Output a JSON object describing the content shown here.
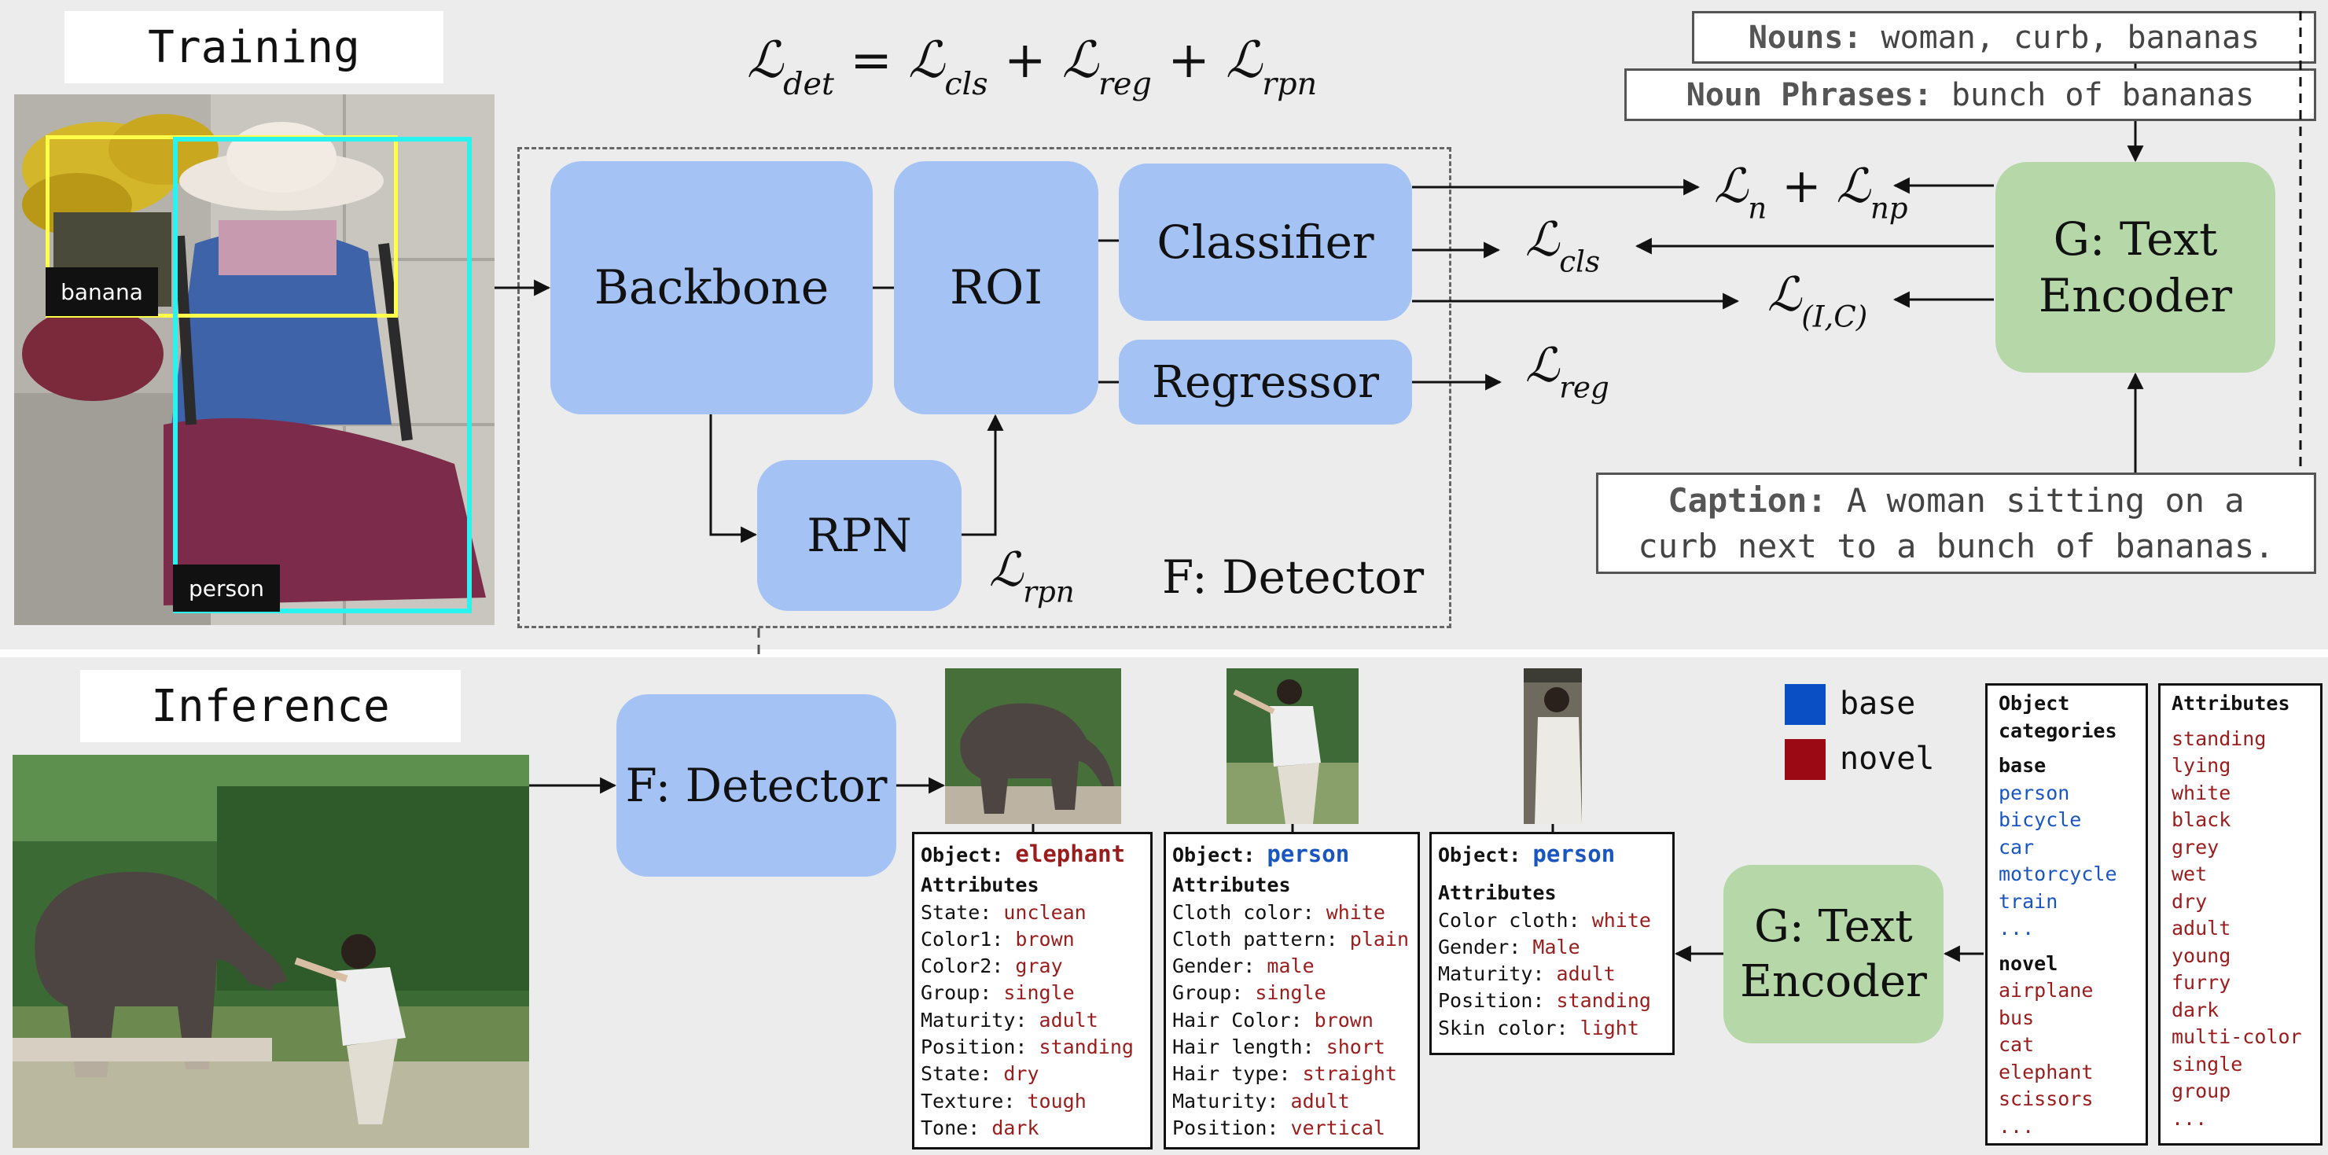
{
  "training": {
    "label": "Training",
    "equation": {
      "lhs": "det",
      "terms": [
        "cls",
        "reg",
        "rpn"
      ]
    },
    "boxes": {
      "backbone": "Backbone",
      "roi": "ROI",
      "classifier": "Classifier",
      "regressor": "Regressor",
      "rpn": "RPN",
      "detector_label": "F: Detector",
      "text_encoder_line1": "G: Text",
      "text_encoder_line2": "Encoder"
    },
    "losses": {
      "cls_sub": "cls",
      "reg_sub": "reg",
      "rpn_sub": "rpn",
      "n_sub": "n",
      "np_sub": "np",
      "ic_sub": "(I,C)"
    },
    "image_tags": {
      "banana": "banana",
      "person": "person"
    },
    "nouns": {
      "key": "Nouns:",
      "value": "woman, curb, bananas"
    },
    "noun_phrases": {
      "key": "Noun Phrases:",
      "value": "bunch of bananas"
    },
    "caption": {
      "key": "Caption:",
      "line1": "A woman sitting on a",
      "line2": "curb next to a bunch of bananas."
    }
  },
  "inference": {
    "label": "Inference",
    "detector": "F: Detector",
    "text_encoder_line1": "G: Text",
    "text_encoder_line2": "Encoder",
    "legend": {
      "base": "base",
      "novel": "novel",
      "base_color": "#0b4fc4",
      "novel_color": "#9b0a14"
    },
    "cards": [
      {
        "object_key": "Object:",
        "object": "elephant",
        "attributes_title": "Attributes",
        "rows": [
          {
            "k": "State:",
            "v": "unclean"
          },
          {
            "k": "Color1:",
            "v": "brown"
          },
          {
            "k": "Color2:",
            "v": "gray"
          },
          {
            "k": "Group:",
            "v": "single"
          },
          {
            "k": "Maturity:",
            "v": "adult"
          },
          {
            "k": "Position:",
            "v": "standing"
          },
          {
            "k": "State:",
            "v": "dry"
          },
          {
            "k": "Texture:",
            "v": "tough"
          },
          {
            "k": "Tone:",
            "v": "dark"
          }
        ]
      },
      {
        "object_key": "Object:",
        "object": "person",
        "attributes_title": "Attributes",
        "rows": [
          {
            "k": "Cloth color:",
            "v": "white"
          },
          {
            "k": "Cloth pattern:",
            "v": "plain"
          },
          {
            "k": "Gender:",
            "v": "male"
          },
          {
            "k": "Group:",
            "v": "single"
          },
          {
            "k": "Hair Color:",
            "v": "brown"
          },
          {
            "k": "Hair length:",
            "v": "short"
          },
          {
            "k": "Hair type:",
            "v": "straight"
          },
          {
            "k": "Maturity:",
            "v": "adult"
          },
          {
            "k": "Position:",
            "v": "vertical"
          }
        ]
      },
      {
        "object_key": "Object:",
        "object": "person",
        "attributes_title": "Attributes",
        "rows": [
          {
            "k": "Color cloth:",
            "v": "white"
          },
          {
            "k": "Gender:",
            "v": "Male"
          },
          {
            "k": "Maturity:",
            "v": "adult"
          },
          {
            "k": "Position:",
            "v": "standing"
          },
          {
            "k": "Skin color:",
            "v": "light"
          }
        ]
      }
    ],
    "categories": {
      "title_line1": "Object",
      "title_line2": "categories",
      "base_header": "base",
      "base": [
        "person",
        "bicycle",
        "car",
        "motorcycle",
        "train",
        "..."
      ],
      "novel_header": "novel",
      "novel": [
        "airplane",
        "bus",
        "cat",
        "elephant",
        "scissors",
        "..."
      ]
    },
    "attributes": {
      "title": "Attributes",
      "items": [
        "standing",
        "lying",
        "white",
        "black",
        "grey",
        "wet",
        "dry",
        "adult",
        "young",
        "furry",
        "dark",
        "multi-color",
        "single",
        "group",
        "..."
      ]
    }
  }
}
